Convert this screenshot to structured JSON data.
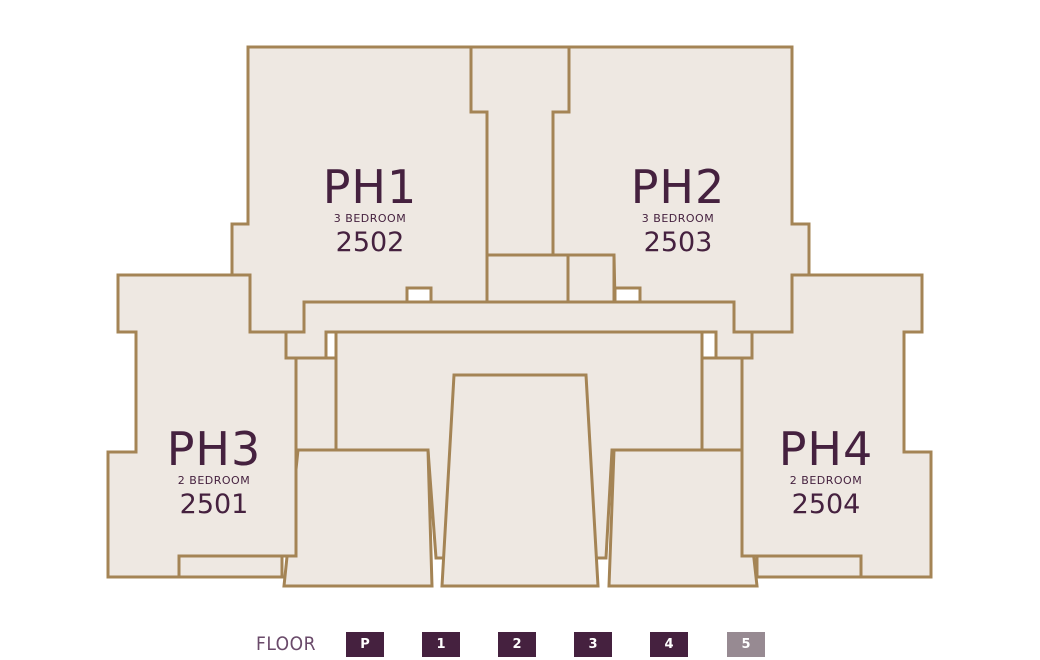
{
  "units": [
    {
      "id": "ph1",
      "name": "PH1",
      "bedrooms": "3 BEDROOM",
      "number": "2502"
    },
    {
      "id": "ph2",
      "name": "PH2",
      "bedrooms": "3 BEDROOM",
      "number": "2503"
    },
    {
      "id": "ph3",
      "name": "PH3",
      "bedrooms": "2 BEDROOM",
      "number": "2501"
    },
    {
      "id": "ph4",
      "name": "PH4",
      "bedrooms": "2 BEDROOM",
      "number": "2504"
    }
  ],
  "floor_nav": {
    "label": "FLOOR",
    "buttons": [
      "P",
      "1",
      "2",
      "3",
      "4",
      "5"
    ],
    "active": "5"
  },
  "colors": {
    "unit_fill": "#eee8e2",
    "outline": "#a48455",
    "label_text": "#45213f",
    "button_bg": "#45213f",
    "button_active_bg": "#978a92"
  }
}
